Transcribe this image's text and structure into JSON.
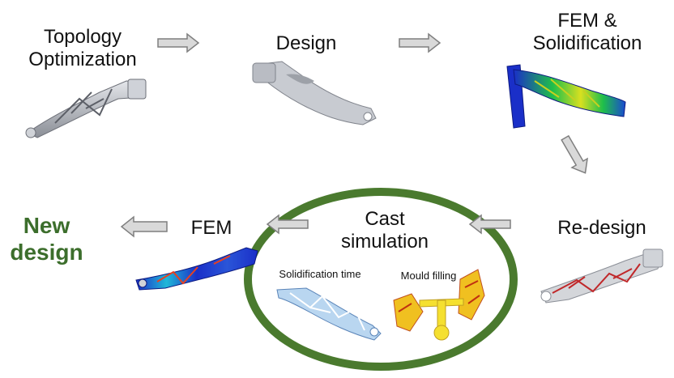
{
  "steps": {
    "topology": "Topology\nOptimization",
    "design": "Design",
    "fem_solid": "FEM &\nSolidification",
    "redesign": "Re-design",
    "cast": "Cast\nsimulation",
    "fem": "FEM",
    "new_design": "New\ndesign"
  },
  "cast_sub": {
    "solidification_time": "Solidification time",
    "mould_filling": "Mould filling"
  },
  "colors": {
    "ellipse": "#4a7a2e",
    "arrow_fill": "#d9d9d9",
    "arrow_stroke": "#7f7f7f",
    "new_design": "#3c6e2c"
  }
}
